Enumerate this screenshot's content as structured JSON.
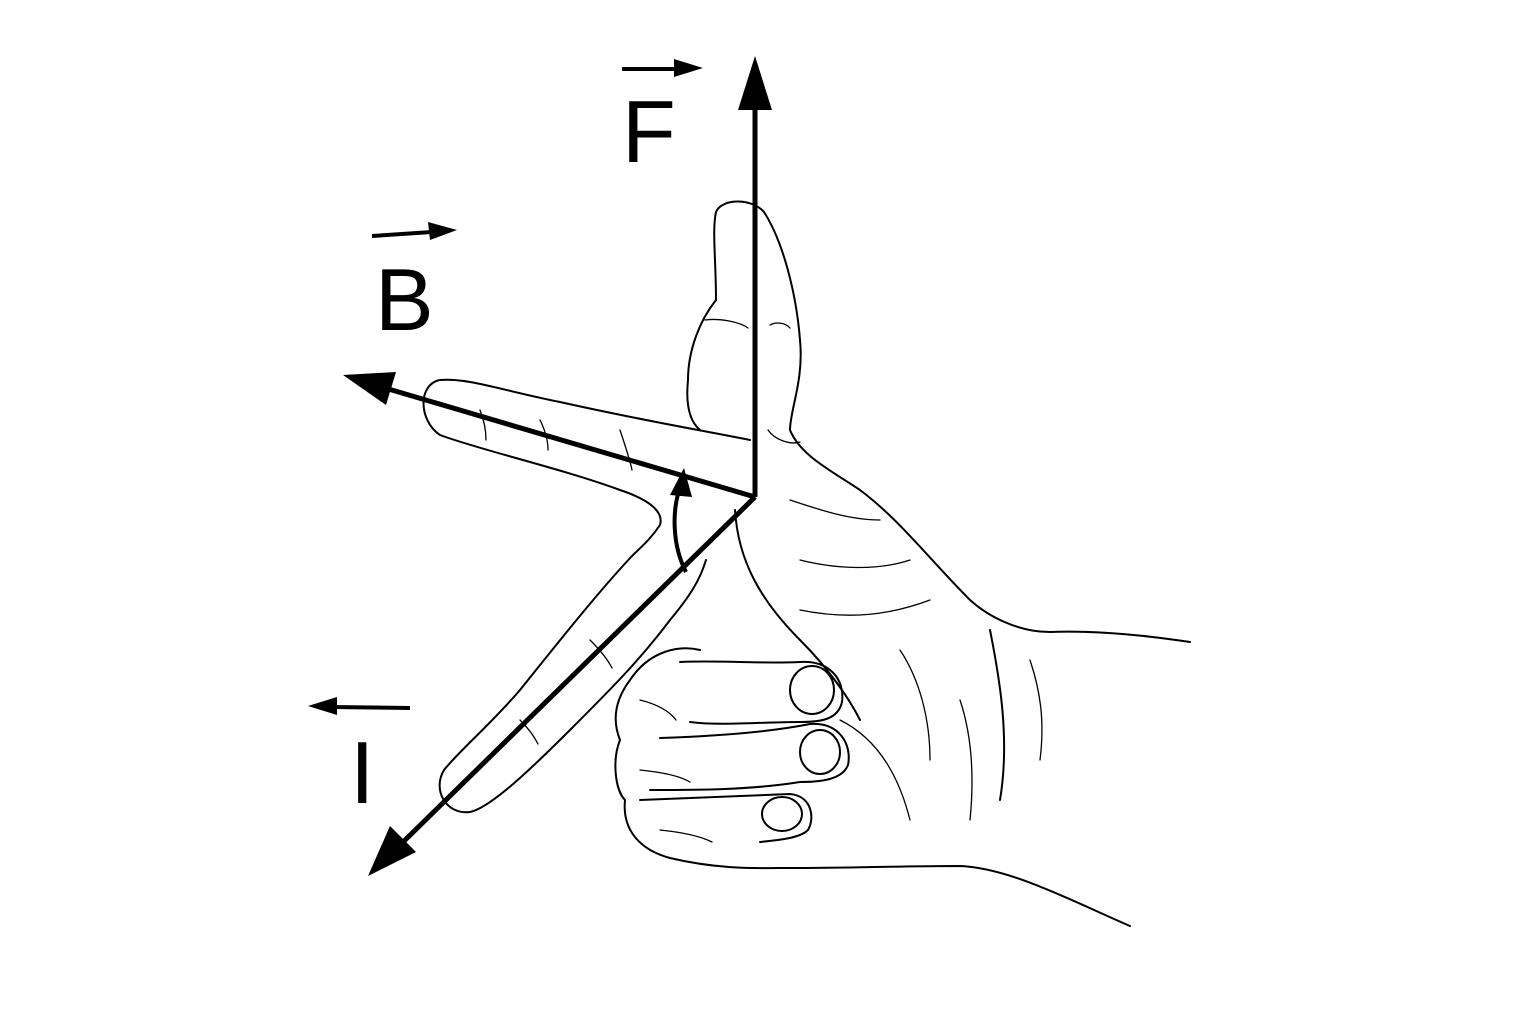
{
  "diagram": {
    "vectors": [
      {
        "id": "force",
        "label": "F",
        "overarrow_direction": "right",
        "finger": "thumb"
      },
      {
        "id": "magnetic-field",
        "label": "B",
        "overarrow_direction": "right",
        "finger": "index"
      },
      {
        "id": "current",
        "label": "I",
        "overarrow_direction": "left",
        "finger": "middle"
      }
    ],
    "line_color": "#000000",
    "background": "#ffffff"
  }
}
